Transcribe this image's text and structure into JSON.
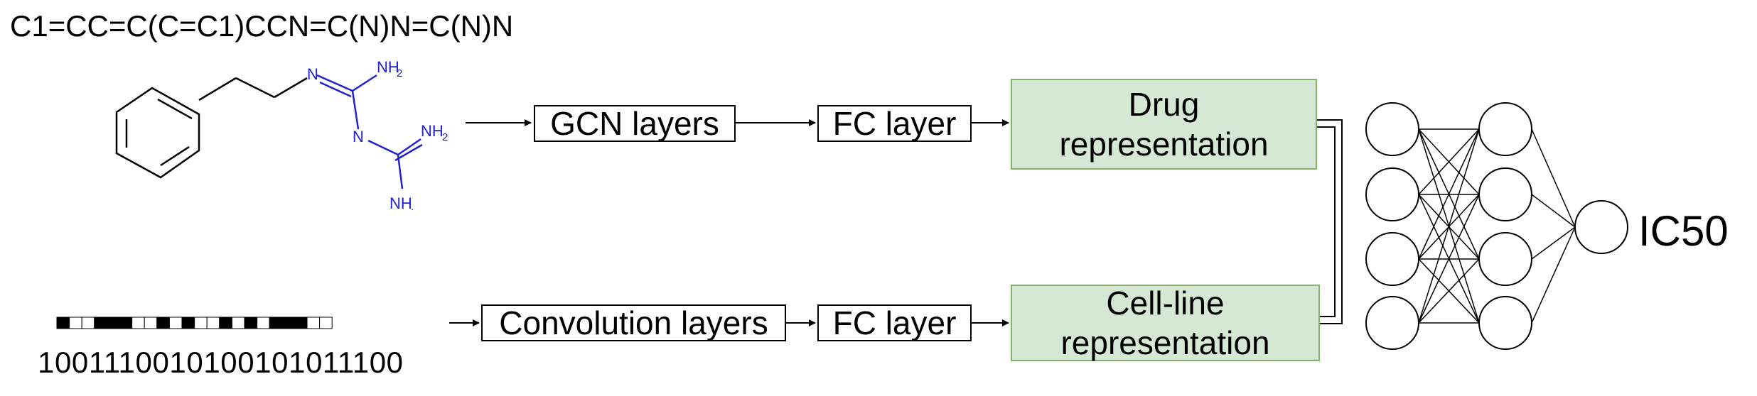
{
  "smiles": "C1=CC=C(C=C1)CCN=C(N)N=C(N)N",
  "molecule_atoms": {
    "n1": "N",
    "nh2_top": "NH",
    "n2": "N",
    "nh2_right": "NH",
    "nh_bottom": "NH",
    "sub_2": "2",
    "sub_dot": "."
  },
  "gcn_label": "GCN layers",
  "fc_top_label": "FC layer",
  "drug_rep": {
    "line1": "Drug",
    "line2": "representation"
  },
  "conv_label": "Convolution layers",
  "fc_bottom_label": "FC layer",
  "cell_rep": {
    "line1": "Cell-line",
    "line2": "representation"
  },
  "binary_string": "1001110010100101011100",
  "output_label": "IC50",
  "colors": {
    "rep_fill": "#d5e8d4",
    "rep_border": "#82b366",
    "molecule": "#2222cc"
  }
}
